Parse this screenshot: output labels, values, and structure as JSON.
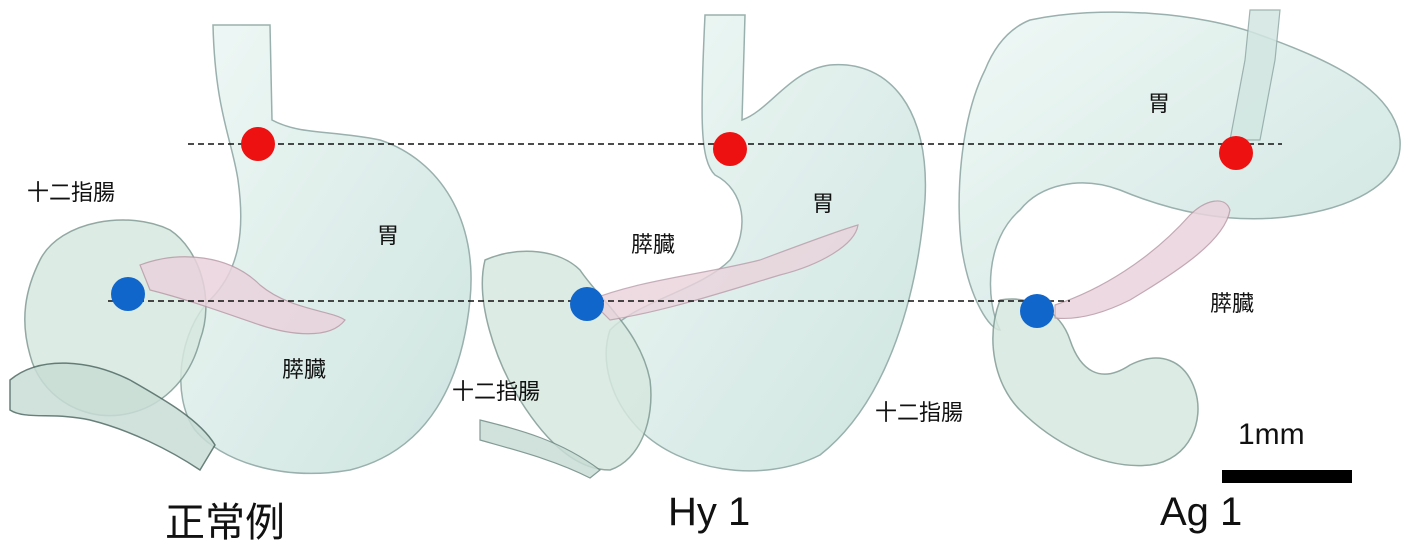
{
  "panels": [
    {
      "caption": "正常例",
      "labels": {
        "stomach": "胃",
        "pancreas": "膵臓",
        "duodenum": "十二指腸"
      }
    },
    {
      "caption": "Hy 1",
      "labels": {
        "stomach": "胃",
        "pancreas": "膵臓",
        "duodenum": "十二指腸"
      }
    },
    {
      "caption": "Ag 1",
      "labels": {
        "stomach": "胃",
        "pancreas": "膵臓",
        "duodenum": "十二指腸"
      }
    }
  ],
  "scale_bar": {
    "label": "1mm"
  },
  "colors": {
    "organ_fill": "#dcefea",
    "organ_stroke": "#8fa8a4",
    "pancreas_fill": "#ead3dc",
    "red_marker": "#ee1111",
    "blue_marker": "#1166cc"
  }
}
